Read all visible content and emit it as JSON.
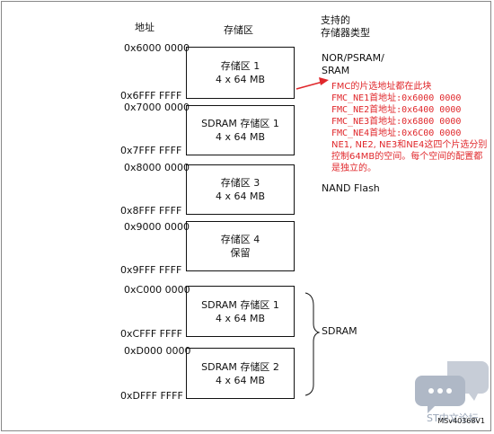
{
  "headers": {
    "address": "地址",
    "bank": "存储区",
    "supported": "支持的\n存储器类型"
  },
  "banks": [
    {
      "start": "0x6000 0000",
      "end": "0x6FFF FFFF",
      "label": "存储区 1",
      "size": "4 x 64 MB"
    },
    {
      "start": "0x7000 0000",
      "end": "0x7FFF FFFF",
      "label": "SDRAM 存储区 1",
      "size": "4 x 64 MB"
    },
    {
      "start": "0x8000 0000",
      "end": "0x8FFF FFFF",
      "label": "存储区 3",
      "size": "4 x 64 MB"
    },
    {
      "start": "0x9000 0000",
      "end": "0x9FFF FFFF",
      "label": "存储区 4",
      "size": "保留"
    },
    {
      "start": "0xC000 0000",
      "end": "0xCFFF FFFF",
      "label": "SDRAM 存储区 1",
      "size": "4 x 64 MB"
    },
    {
      "start": "0xD000 0000",
      "end": "0xDFFF FFFF",
      "label": "SDRAM 存储区 2",
      "size": "4 x 64 MB"
    }
  ],
  "types": {
    "nor": "NOR/PSRAM/\nSRAM",
    "nand": "NAND Flash",
    "sdram": "SDRAM"
  },
  "annotation": {
    "title": "FMC的片选地址都在此块",
    "lines": [
      "FMC_NE1首地址:0x6000 0000",
      "FMC_NE2首地址:0x6400 0000",
      "FMC_NE3首地址:0x6800 0000",
      "FMC_NE4首地址:0x6C00 0000"
    ],
    "note": "NE1, NE2, NE3和NE4这四个片选分别控制64MB的空间。每个空间的配置都是独立的。"
  },
  "version": "MSv40368V1",
  "watermark": "ST中文论坛",
  "colors": {
    "annotation": "#e0272b",
    "watermark": "#9aa6b8"
  }
}
